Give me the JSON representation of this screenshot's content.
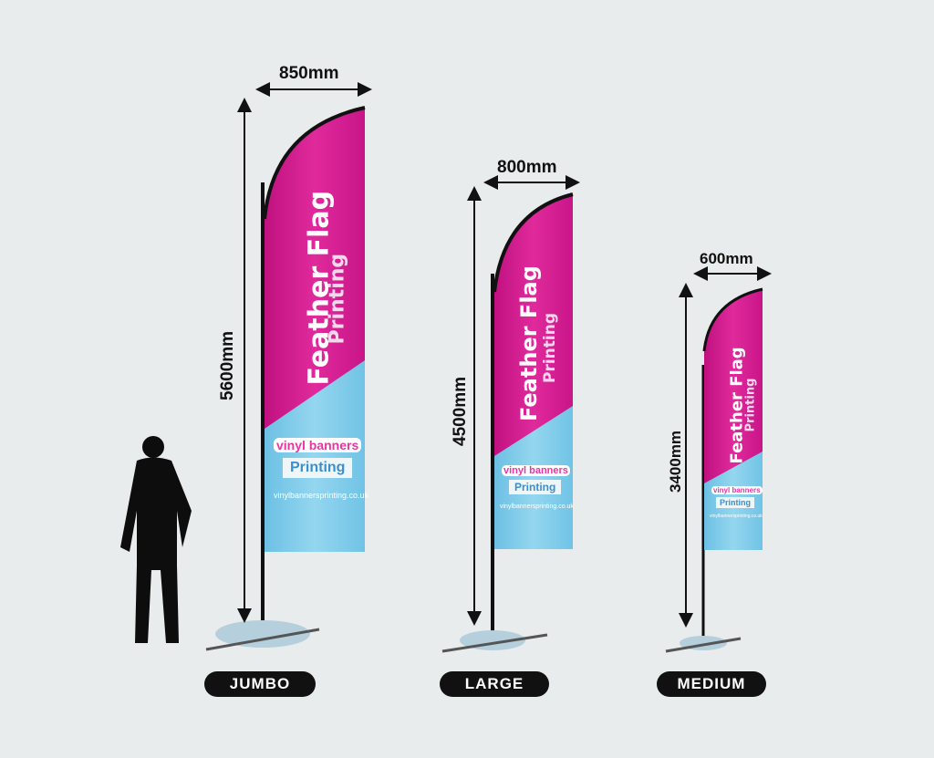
{
  "colors": {
    "background": "#e9ecec",
    "magenta": "#d0178f",
    "cyan": "#7ecbe8",
    "black": "#111111"
  },
  "flags": [
    {
      "size": "JUMBO",
      "width": "850mm",
      "height": "5600mm",
      "title": "Feather Flag",
      "subtitle": "Printing",
      "brand": "vinyl banners",
      "brand_sub": "Printing",
      "url": "vinylbannersprinting.co.uk"
    },
    {
      "size": "LARGE",
      "width": "800mm",
      "height": "4500mm",
      "title": "Feather Flag",
      "subtitle": "Printing",
      "brand": "vinyl banners",
      "brand_sub": "Printing",
      "url": "vinylbannersprinting.co.uk"
    },
    {
      "size": "MEDIUM",
      "width": "600mm",
      "height": "3400mm",
      "title": "Feather Flag",
      "subtitle": "Printing",
      "brand": "vinyl banners",
      "brand_sub": "Printing",
      "url": "vinylbannersprinting.co.uk"
    }
  ]
}
